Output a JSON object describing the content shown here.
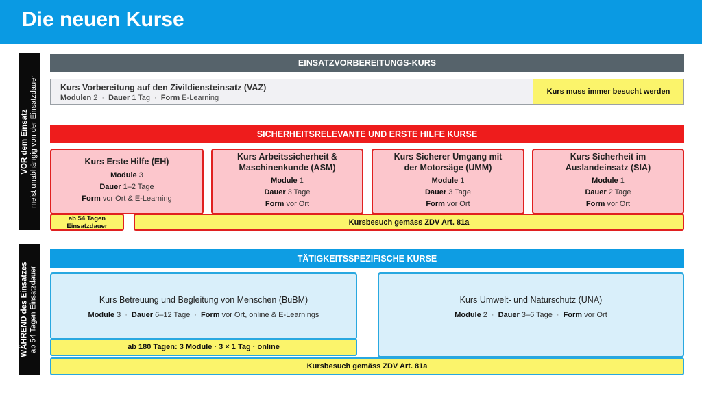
{
  "page_title": "Die neuen Kurse",
  "side_labels": {
    "before": {
      "bold": "VOR dem Einsatz",
      "sub": "meist unabhängig von der Einsatzdauer"
    },
    "during": {
      "bold": "WÄHREND des Einsatzes",
      "sub": "ab 54 Tagen Einsatzdauer"
    }
  },
  "sections": {
    "preparation": "EINSATZVORBEREITUNGS-KURS",
    "safety": "SICHERHEITSRELEVANTE  UND ERSTE HILFE KURSE",
    "activity": "TÄTIGKEITSSPEZIFISCHE KURSE"
  },
  "vaz": {
    "title": "Kurs Vorbereitung auf den Zivildiensteinsatz (VAZ)",
    "modules_label": "Modulen",
    "modules_value": "2",
    "duration_label": "Dauer",
    "duration_value": "1 Tag",
    "form_label": "Form",
    "form_value": "E-Learning",
    "note": "Kurs muss immer besucht werden"
  },
  "safety_courses": [
    {
      "title": "Kurs Erste Hilfe (EH)",
      "modules_label": "Module",
      "modules_value": "3",
      "duration_label": "Dauer",
      "duration_value": "1–2 Tage",
      "form_label": "Form",
      "form_value": "vor Ort & E-Learning"
    },
    {
      "title": "Kurs Arbeitssicherheit & Maschinenkunde (ASM)",
      "modules_label": "Module",
      "modules_value": "1",
      "duration_label": "Dauer",
      "duration_value": "3 Tage",
      "form_label": "Form",
      "form_value": "vor Ort"
    },
    {
      "title": "Kurs Sicherer Umgang mit der Motorsäge (UMM)",
      "modules_label": "Module",
      "modules_value": "1",
      "duration_label": "Dauer",
      "duration_value": "3 Tage",
      "form_label": "Form",
      "form_value": "vor Ort"
    },
    {
      "title": "Kurs Sicherheit im Auslandeinsatz (SIA)",
      "modules_label": "Module",
      "modules_value": "1",
      "duration_label": "Dauer",
      "duration_value": "2 Tage",
      "form_label": "Form",
      "form_value": "vor Ort"
    }
  ],
  "safety_notes": {
    "eh_condition": "ab 54 Tagen Einsatzdauer",
    "zdv": "Kursbesuch gemäss ZDV Art. 81a"
  },
  "activity_courses": [
    {
      "title": "Kurs Betreuung und Begleitung von Menschen (BuBM)",
      "modules_label": "Module",
      "modules_value": "3",
      "duration_label": "Dauer",
      "duration_value": "6–12 Tage",
      "form_label": "Form",
      "form_value": "vor Ort, online & E-Learnings"
    },
    {
      "title": "Kurs Umwelt- und Naturschutz (UNA)",
      "modules_label": "Module",
      "modules_value": "2",
      "duration_label": "Dauer",
      "duration_value": "3–6 Tage",
      "form_label": "Form",
      "form_value": "vor Ort"
    }
  ],
  "activity_notes": {
    "bubm_condition": "ab 180 Tagen: 3 Module · 3 × 1 Tag · online",
    "zdv": "Kursbesuch gemäss ZDV Art. 81a"
  }
}
